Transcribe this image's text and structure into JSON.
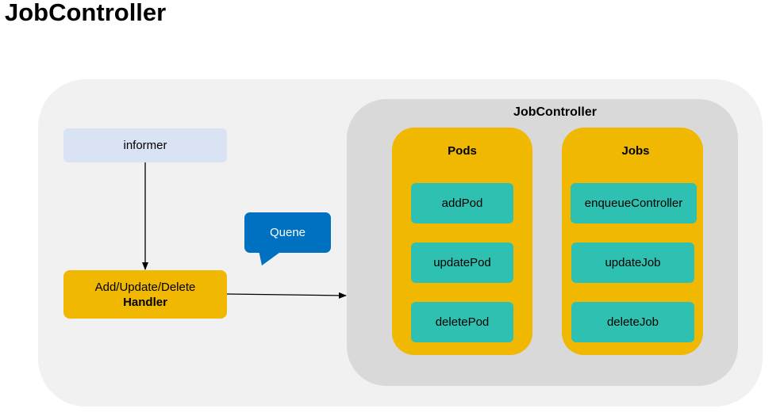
{
  "page": {
    "title": "JobController"
  },
  "diagram": {
    "informer": "informer",
    "handler": {
      "line1": "Add/Update/Delete",
      "line2": "Handler"
    },
    "queue_label": "Quene",
    "controller_title": "JobController",
    "groups": [
      {
        "title": "Pods",
        "items": [
          "addPod",
          "updatePod",
          "deletePod"
        ]
      },
      {
        "title": "Jobs",
        "items": [
          "enqueueController",
          "updateJob",
          "deleteJob"
        ]
      }
    ]
  },
  "colors": {
    "outer_bg": "#f1f1f1",
    "controller_bg": "#d9d9d9",
    "group_fill": "#f0b800",
    "item_fill": "#2ec1b1",
    "informer_fill": "#dae3f3",
    "queue_fill": "#0070c0"
  }
}
